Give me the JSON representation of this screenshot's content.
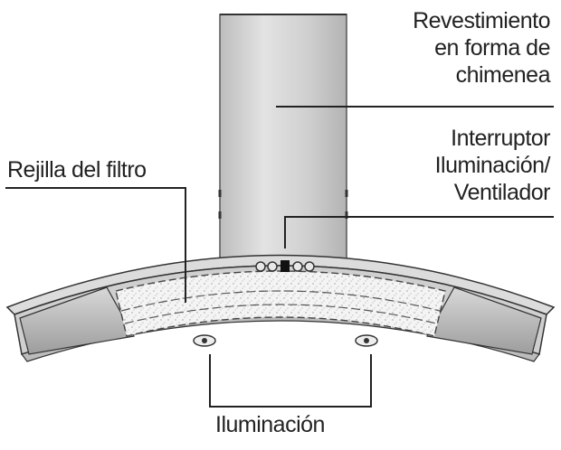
{
  "labels": {
    "chimney": [
      "Revestimiento",
      "en forma de",
      "chimenea"
    ],
    "switch": [
      "Interruptor",
      "Iluminación/",
      "Ventilador"
    ],
    "filter": "Rejilla del filtro",
    "lighting": "Iluminación"
  },
  "colors": {
    "ink": "#222222",
    "steel": "#cfcfcf",
    "steel_dark": "#a9a9a9",
    "outline": "#333333"
  },
  "icons": [
    "knob-icon",
    "power-button-icon"
  ]
}
